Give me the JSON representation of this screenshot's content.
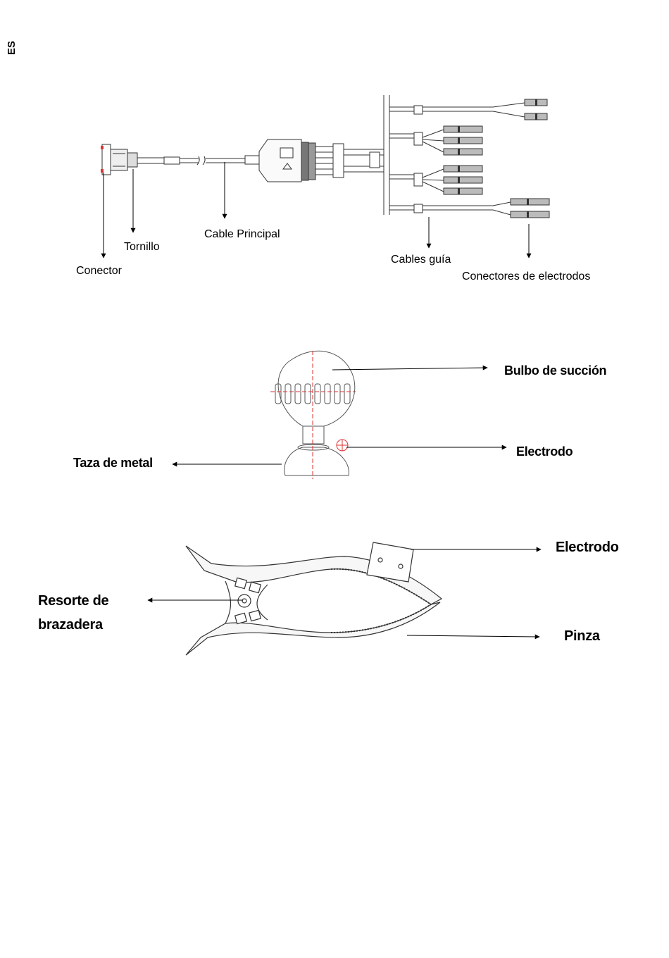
{
  "language_tag": "ES",
  "figure1": {
    "labels": {
      "connector": "Conector",
      "screw": "Tornillo",
      "main_cable": "Cable Principal",
      "lead_wires": "Cables guía",
      "electrode_connectors": "Conectores de electrodos"
    }
  },
  "figure2": {
    "labels": {
      "suction_bulb": "Bulbo de succión",
      "electrode": "Electrodo",
      "metal_cup": "Taza de metal"
    }
  },
  "figure3": {
    "labels": {
      "electrode": "Electrodo",
      "clamp_spring_line1": "Resorte de",
      "clamp_spring_line2": "brazadera",
      "clamp": "Pinza"
    }
  }
}
